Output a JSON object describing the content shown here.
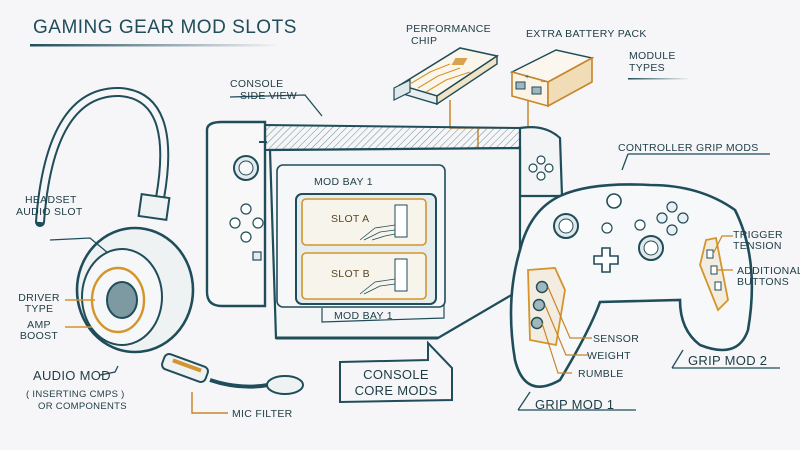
{
  "title": "Gaming Gear Mod Slots",
  "colors": {
    "ink": "#1f4d5a",
    "accent": "#d4952c",
    "paper": "#f6f5f7"
  },
  "module_types": {
    "heading_line1": "Module",
    "heading_line2": "Types",
    "items": [
      {
        "line1": "Performance",
        "line2": "Chip",
        "icon": "chip-icon"
      },
      {
        "line1": "Extra Battery Pack",
        "line2": "",
        "icon": "battery-icon"
      }
    ]
  },
  "console": {
    "side_view_line1": "Console",
    "side_view_line2": "Side View",
    "mod_bay_top": "Mod Bay 1",
    "mod_bay_bottom": "Mod Bay 1",
    "slots": [
      "Slot A",
      "Slot B"
    ],
    "core_mods_line1": "Console",
    "core_mods_line2": "Core Mods"
  },
  "headset": {
    "slot_line1": "Headset",
    "slot_line2": "Audio Slot",
    "driver_line1": "Driver",
    "driver_line2": "Type",
    "amp_line1": "Amp",
    "amp_line2": "Boost",
    "audio_mod": "Audio Mod",
    "audio_mod_note_line1": "( Inserting Cmps )",
    "audio_mod_note_line2": "or Components",
    "mic_filter": "Mic Filter"
  },
  "controller": {
    "heading": "Controller Grip Mods",
    "grip1_parts": [
      "Sensor",
      "Weight",
      "Rumble"
    ],
    "grip1_label": "Grip Mod 1",
    "trigger_line1": "Trigger",
    "trigger_line2": "Tension",
    "buttons_line1": "Additional",
    "buttons_line2": "Buttons",
    "grip2_label": "Grip Mod 2"
  }
}
